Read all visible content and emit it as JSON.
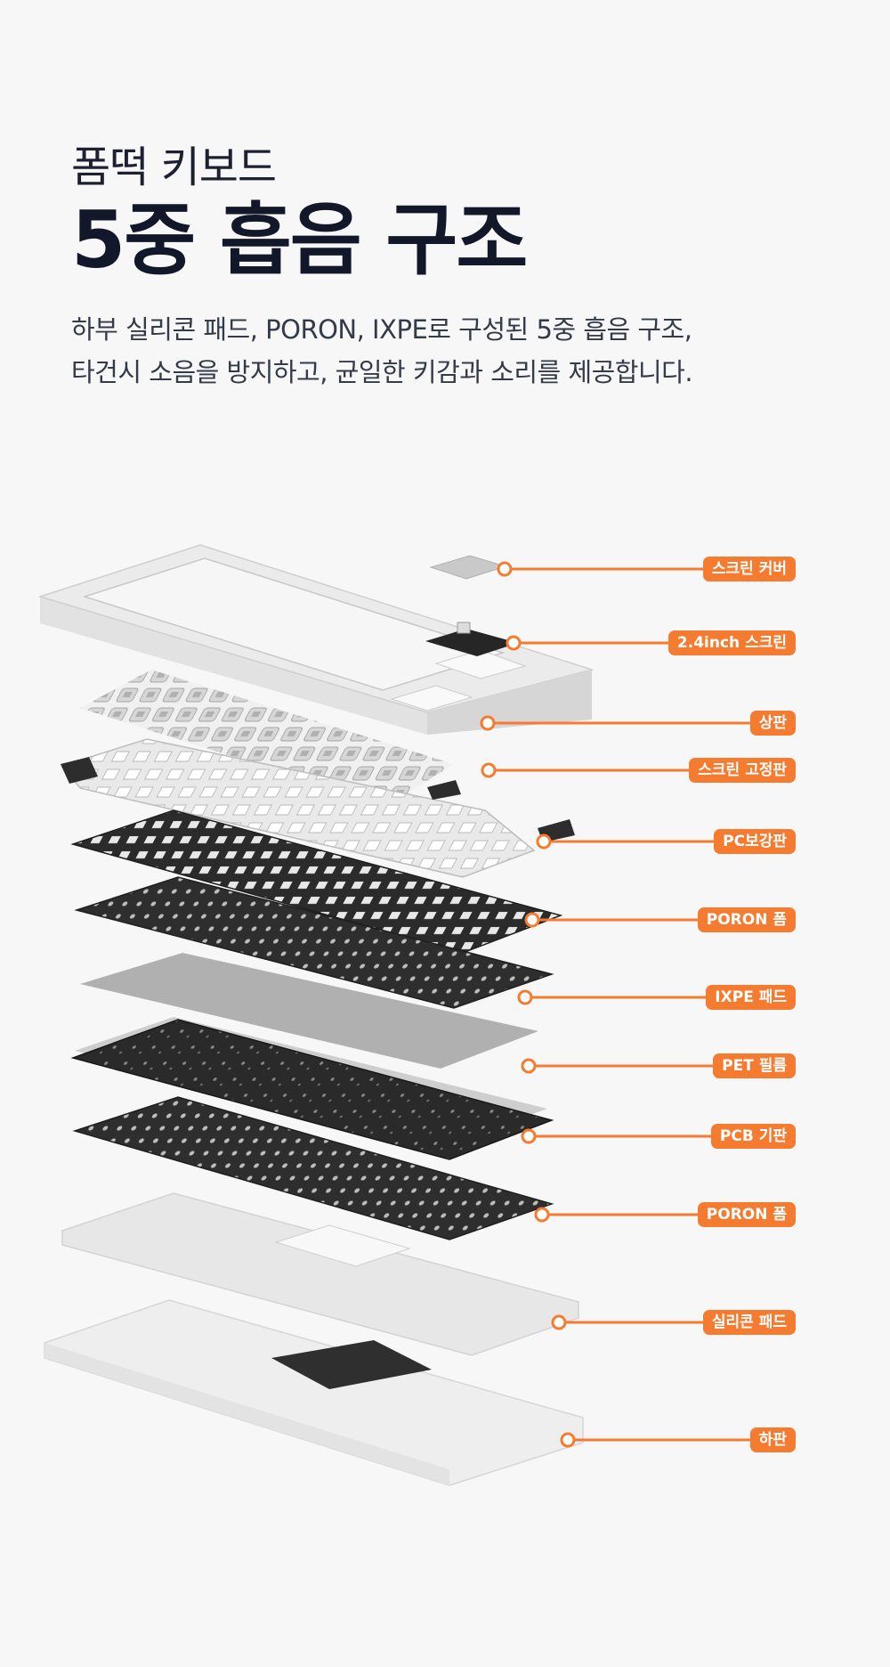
{
  "header": {
    "subtitle": "폼떡 키보드",
    "title": "5중 흡음 구조",
    "desc_line1": "하부 실리콘 패드, PORON, IXPE로 구성된 5중 흡음 구조,",
    "desc_line2": "타건시 소음을 방지하고, 균일한 키감과 소리를 제공합니다."
  },
  "layers": [
    {
      "label": "스크린 커버"
    },
    {
      "label": "2.4inch 스크린"
    },
    {
      "label": "상판"
    },
    {
      "label": "스크린 고정판"
    },
    {
      "label": "PC보강판"
    },
    {
      "label": "PORON 폼"
    },
    {
      "label": "IXPE 패드"
    },
    {
      "label": "PET 필름"
    },
    {
      "label": "PCB 기판"
    },
    {
      "label": "PORON 폼"
    },
    {
      "label": "실리콘 패드"
    },
    {
      "label": "하판"
    }
  ],
  "colors": {
    "accent": "#f47b30",
    "title": "#12172a",
    "background": "#f7f7f7"
  }
}
